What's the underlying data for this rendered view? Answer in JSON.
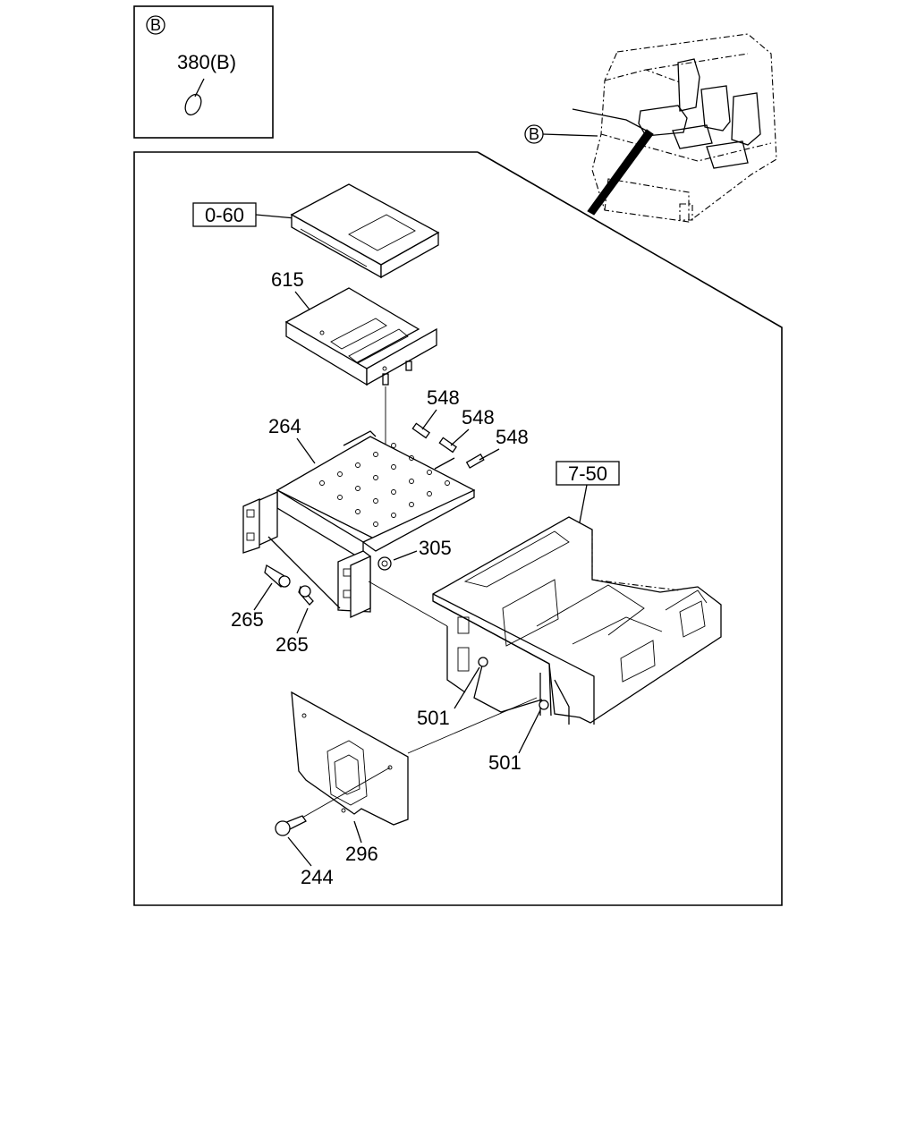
{
  "inset": {
    "callout": "B",
    "part_label": "380(B)"
  },
  "vehicle_view": {
    "callout": "B"
  },
  "parts": {
    "ref_0_60": "0-60",
    "p615": "615",
    "p264": "264",
    "p548_a": "548",
    "p548_b": "548",
    "p548_c": "548",
    "ref_7_50": "7-50",
    "p305": "305",
    "p265_a": "265",
    "p265_b": "265",
    "p501_a": "501",
    "p501_b": "501",
    "p296": "296",
    "p244": "244"
  }
}
